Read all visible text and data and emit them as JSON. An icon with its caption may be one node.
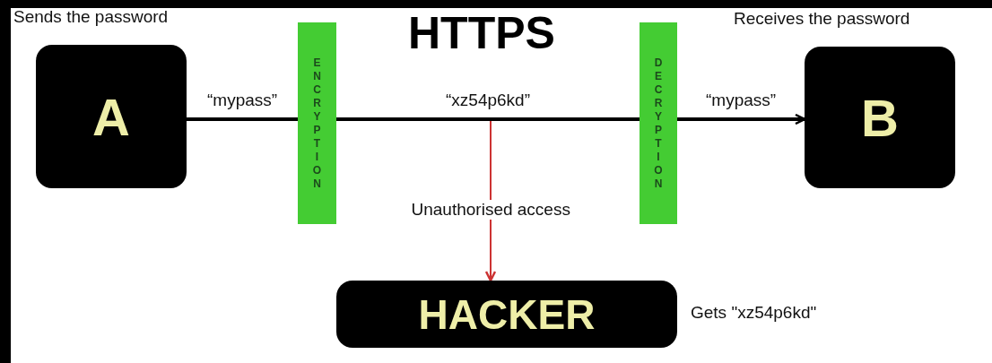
{
  "diagram": {
    "title": "HTTPS",
    "nodes": [
      {
        "text": [
          "A"
        ],
        "beside": [
          "Sends the password"
        ]
      },
      {
        "text": [
          "ENCRYPTION"
        ]
      },
      {
        "text": [
          "DECRYPTION"
        ]
      },
      {
        "text": [
          "B"
        ],
        "beside": [
          "Receives the password"
        ]
      },
      {
        "text": [
          "HACKER"
        ],
        "beside": [
          "Gets \"xz54p6kd\""
        ]
      }
    ],
    "edges": [
      {
        "from": 0,
        "to": 1,
        "arrow": "none",
        "label": "“mypass”"
      },
      {
        "from": 1,
        "to": 2,
        "arrow": "none",
        "label": "“xz54p6kd”"
      },
      {
        "from": 2,
        "to": 3,
        "arrow": "to",
        "label": "“mypass”"
      },
      {
        "from": null,
        "to": 4,
        "arrow": "to",
        "label": "Unauthorised access",
        "color": "#cc3333"
      }
    ]
  }
}
